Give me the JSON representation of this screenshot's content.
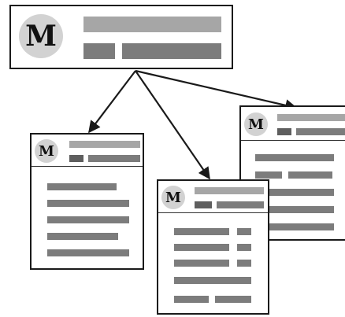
{
  "logo": {
    "letter": "M",
    "icon": "m-logo-icon"
  },
  "colors": {
    "bar_light": "#a6a6a6",
    "bar_mid": "#7c7c7c",
    "bar_dark": "#5e5e5e",
    "logo_bg": "#d2d2d2",
    "border": "#1a1a1a"
  },
  "diagram": {
    "root": "main-card",
    "children": [
      "left-card",
      "middle-card",
      "right-card"
    ]
  }
}
